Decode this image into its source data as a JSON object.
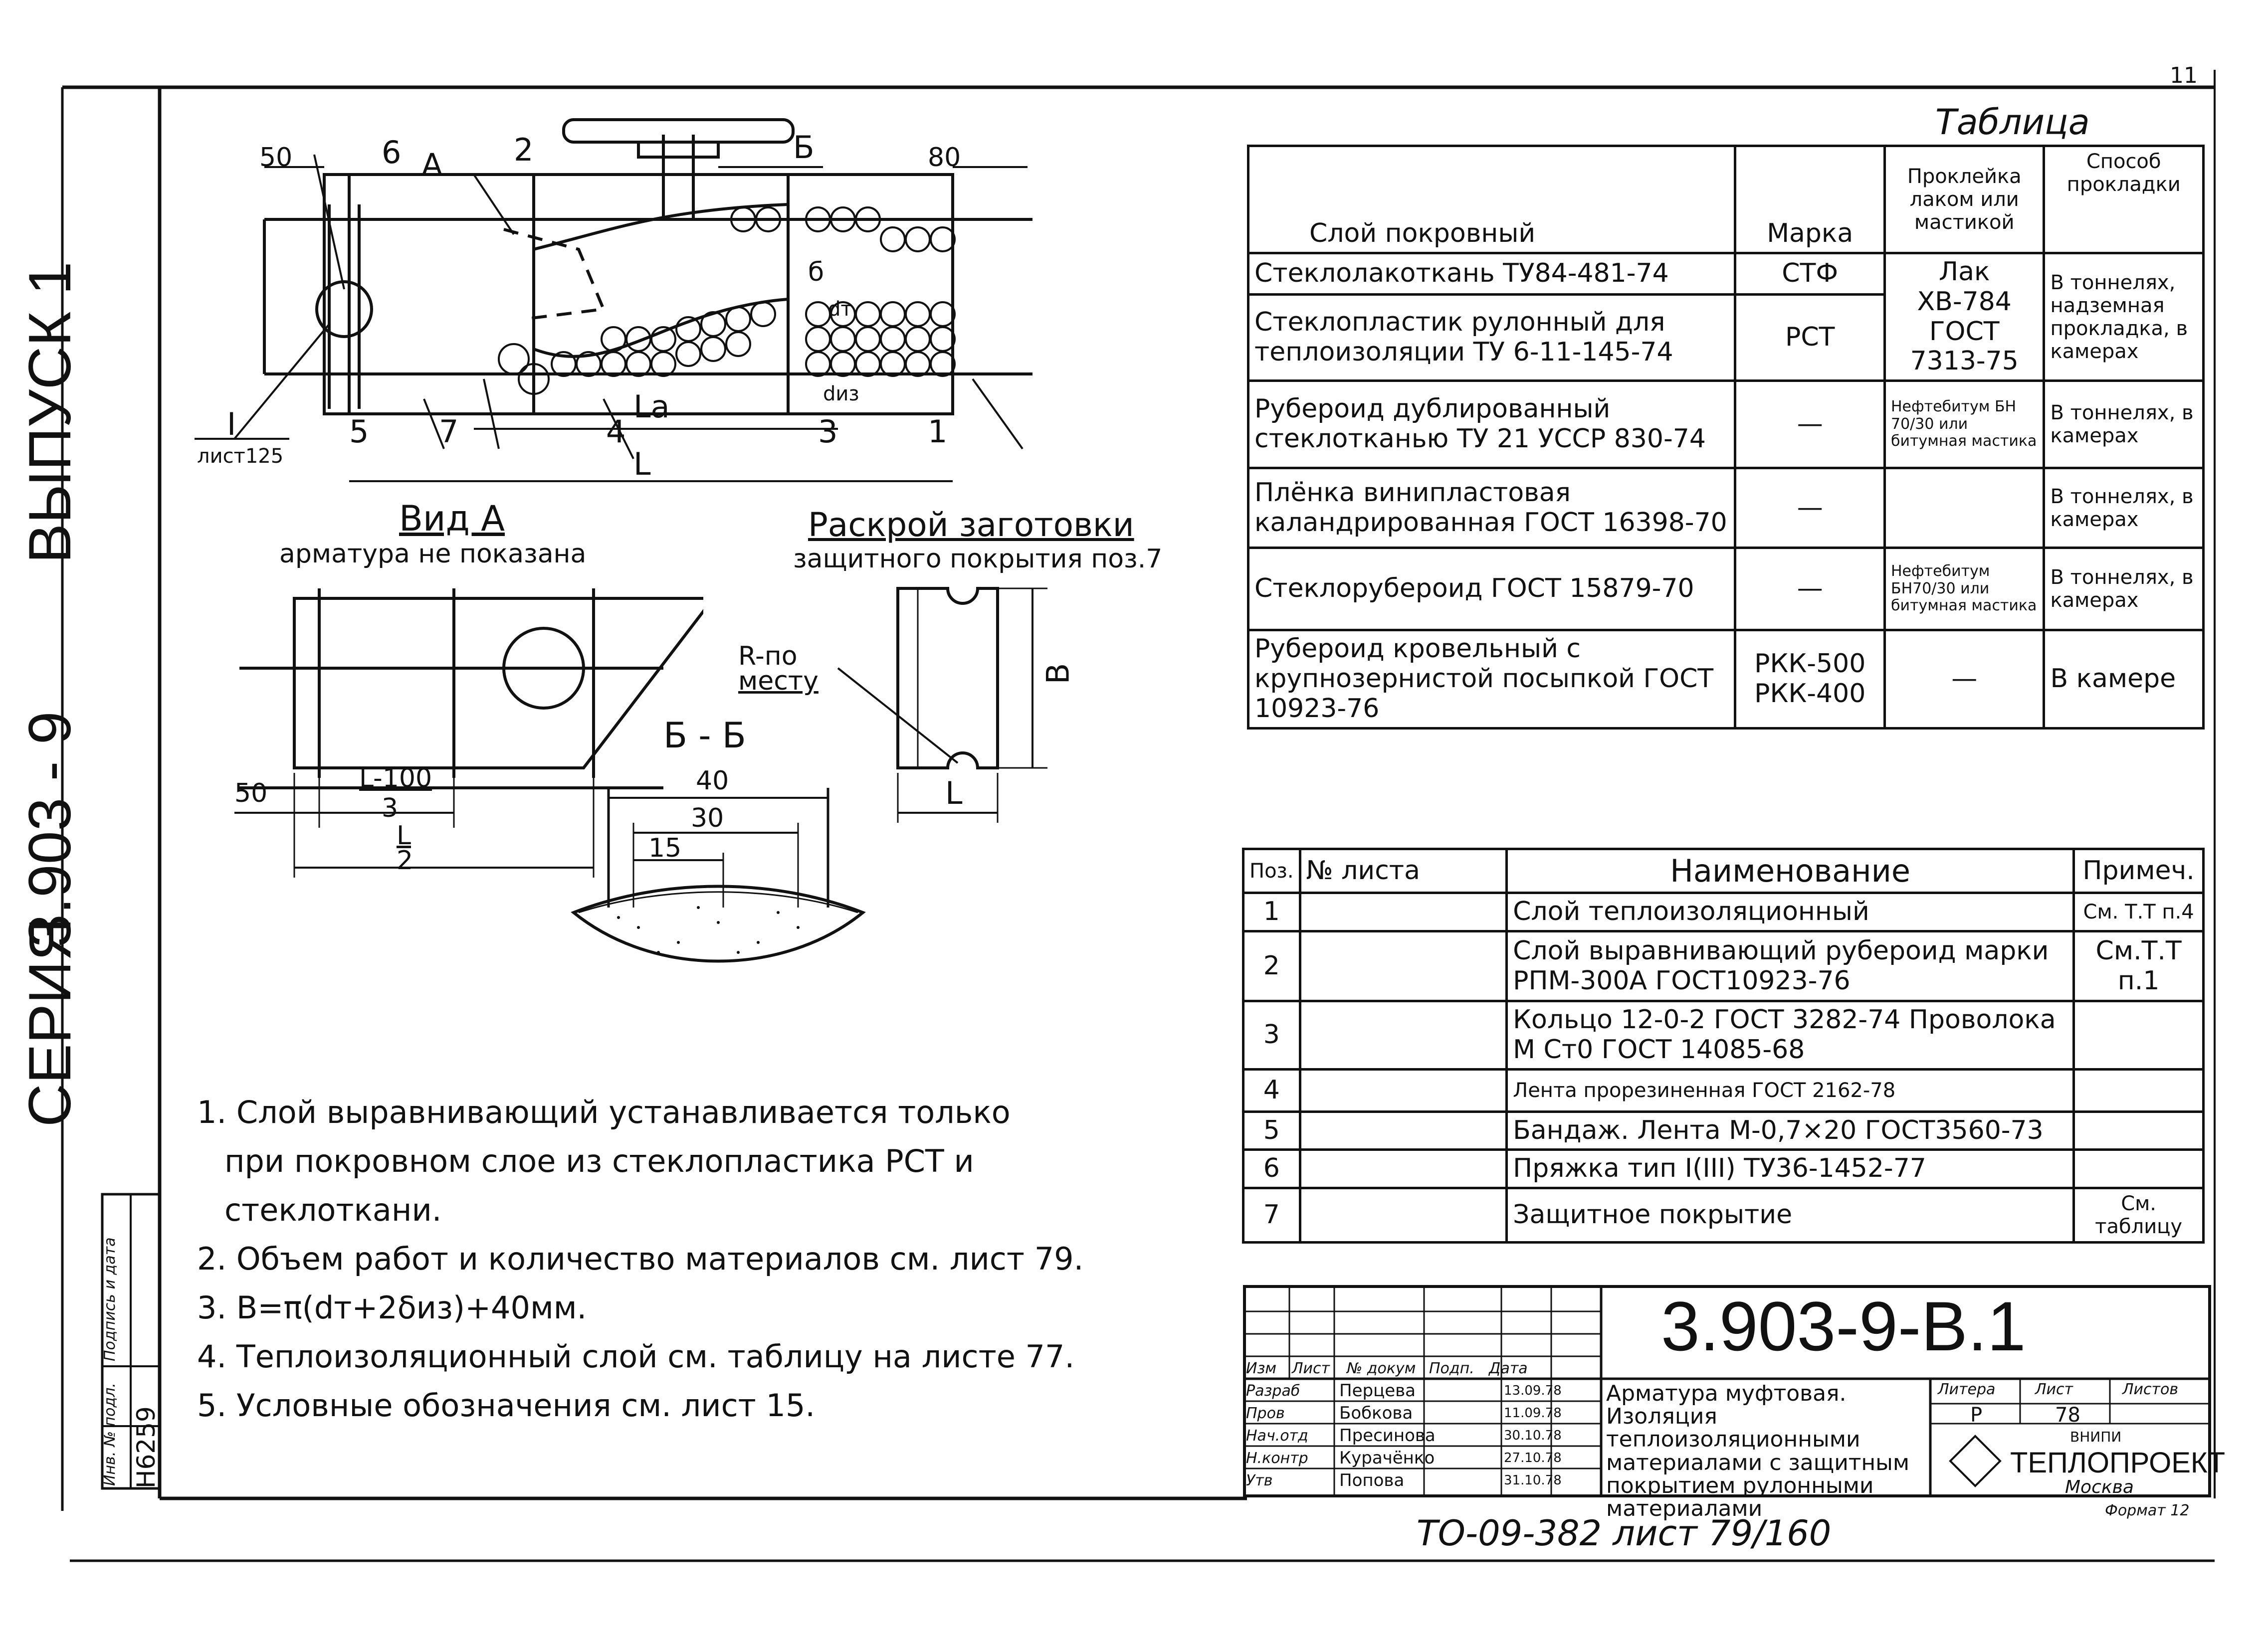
{
  "side_title": {
    "series_label": "СЕРИЯ",
    "series_number": "3.903 - 9",
    "issue": "ВЫПУСК 1"
  },
  "page_corner": "11",
  "drawing_labels": {
    "dim_50_top": "50",
    "pos_6": "6",
    "view_A": "A",
    "pos_2": "2",
    "section_B": "Б",
    "dim_80": "80",
    "pos_5": "5",
    "pos_7": "7",
    "pos_4": "4",
    "pos_3": "3",
    "pos_1": "1",
    "La": "Lа",
    "L": "L",
    "delta": "б",
    "dt": "dт",
    "diz": "dиз",
    "callout_I": "I",
    "callout_sheet": "лист125",
    "vid_A_title": "Вид А",
    "vid_A_note": "арматура не показана",
    "dim_50_left": "50",
    "frac1_num": "L-100",
    "frac1_den": "3",
    "frac2_num": "L",
    "frac2_den": "2",
    "bb_title": "Б - Б",
    "dim_40": "40",
    "dim_30": "30",
    "dim_15": "15",
    "raskroy_title": "Раскрой заготовки",
    "raskroy_sub": "защитного покрытия поз.7",
    "r_note_1": "R-по",
    "r_note_2": "месту",
    "dim_B": "В",
    "dim_L_blank": "L"
  },
  "table1": {
    "title": "Таблица",
    "headers": [
      "Слой покровный",
      "Марка",
      "Проклейка лаком или мастикой",
      "Способ прокладки"
    ],
    "rows": [
      {
        "layer": "Стеклолакоткань ТУ84-481-74",
        "mark": "СТФ",
        "glue": "Лак ХВ-784 ГОСТ 7313-75",
        "method": "В тоннелях, надземная прокладка, в камерах"
      },
      {
        "layer": "Стеклопластик рулонный для теплоизоляции ТУ 6-11-145-74",
        "mark": "РСТ",
        "glue": "",
        "method": ""
      },
      {
        "layer": "Рубероид дублированный стеклотканью ТУ 21 УССР 830-74",
        "mark": "—",
        "glue": "Нефтебитум БН 70/30 или битумная мастика",
        "method": "В тоннелях, в камерах"
      },
      {
        "layer": "Плёнка винипластовая каландрированная ГОСТ 16398-70",
        "mark": "—",
        "glue": "",
        "method": "В тоннелях, в камерах"
      },
      {
        "layer": "Стеклорубероид ГОСТ 15879-70",
        "mark": "—",
        "glue": "Нефтебитум БН70/30 или битумная мастика",
        "method": "В тоннелях, в камерах"
      },
      {
        "layer": "Рубероид кровельный с крупнозернистой посыпкой ГОСТ 10923-76",
        "mark": "РКК-500 РКК-400",
        "glue": "—",
        "method": "В камере"
      }
    ]
  },
  "table2": {
    "headers": [
      "Поз.",
      "№ листа",
      "Наименование",
      "Примеч."
    ],
    "rows": [
      {
        "pos": "1",
        "sheet": "",
        "name": "Слой теплоизоляционный",
        "note": "См. Т.Т п.4"
      },
      {
        "pos": "2",
        "sheet": "",
        "name": "Слой выравнивающий рубероид марки РПМ-300А ГОСТ10923-76",
        "note": "См.Т.Т п.1"
      },
      {
        "pos": "3",
        "sheet": "",
        "name": "Кольцо 12-0-2 ГОСТ 3282-74 Проволока М Ст0 ГОСТ 14085-68",
        "note": ""
      },
      {
        "pos": "4",
        "sheet": "",
        "name": "Лента прорезиненная ГОСТ 2162-78",
        "note": ""
      },
      {
        "pos": "5",
        "sheet": "",
        "name": "Бандаж. Лента М-0,7×20 ГОСТ3560-73",
        "note": ""
      },
      {
        "pos": "6",
        "sheet": "",
        "name": "Пряжка тип I(III) ТУ36-1452-77",
        "note": ""
      },
      {
        "pos": "7",
        "sheet": "",
        "name": "Защитное покрытие",
        "note": "См. таблицу"
      }
    ]
  },
  "notes": [
    "1. Слой выравнивающий устанавливается только",
    "при покровном слое из стеклопластика РСТ и",
    "стеклоткани.",
    "2. Объем работ и количество материалов см. лист 79.",
    "3. B=π(dт+2δиз)+40мм.",
    "4. Теплоизоляционный слой см. таблицу на листе 77.",
    "5. Условные обозначения см. лист 15."
  ],
  "title_block": {
    "code": "3.903-9-В.1",
    "header_cols": [
      "Изм",
      "Лист",
      "№ докум",
      "Подп.",
      "Дата"
    ],
    "staff": [
      {
        "role": "Разраб",
        "name": "Перцева",
        "date": "13.09.78"
      },
      {
        "role": "Пров",
        "name": "Бобкова",
        "date": "11.09.78"
      },
      {
        "role": "Нач.отд",
        "name": "Пресинова",
        "date": "30.10.78"
      },
      {
        "role": "Н.контр",
        "name": "Курачёнко",
        "date": "27.10.78"
      },
      {
        "role": "Утв",
        "name": "Попова",
        "date": "31.10.78"
      }
    ],
    "description": "Арматура муфтовая. Изоляция теплоизоляционными материалами с защитным покрытием рулонными материалами",
    "stage_label": "Литера",
    "sheet_label": "Лист",
    "sheets_label": "Листов",
    "stage": "Р",
    "sheet": "78",
    "org_small": "ВНИПИ",
    "org": "ТЕПЛОПРОЕКТ",
    "city": "Москва",
    "format": "Формат 12"
  },
  "left_stamp": {
    "inv_label": "Инв. № подл.",
    "sign_label": "Подпись и дата",
    "inv_number": "Н6259"
  },
  "footer": "ТО-09-382 лист 79/160"
}
